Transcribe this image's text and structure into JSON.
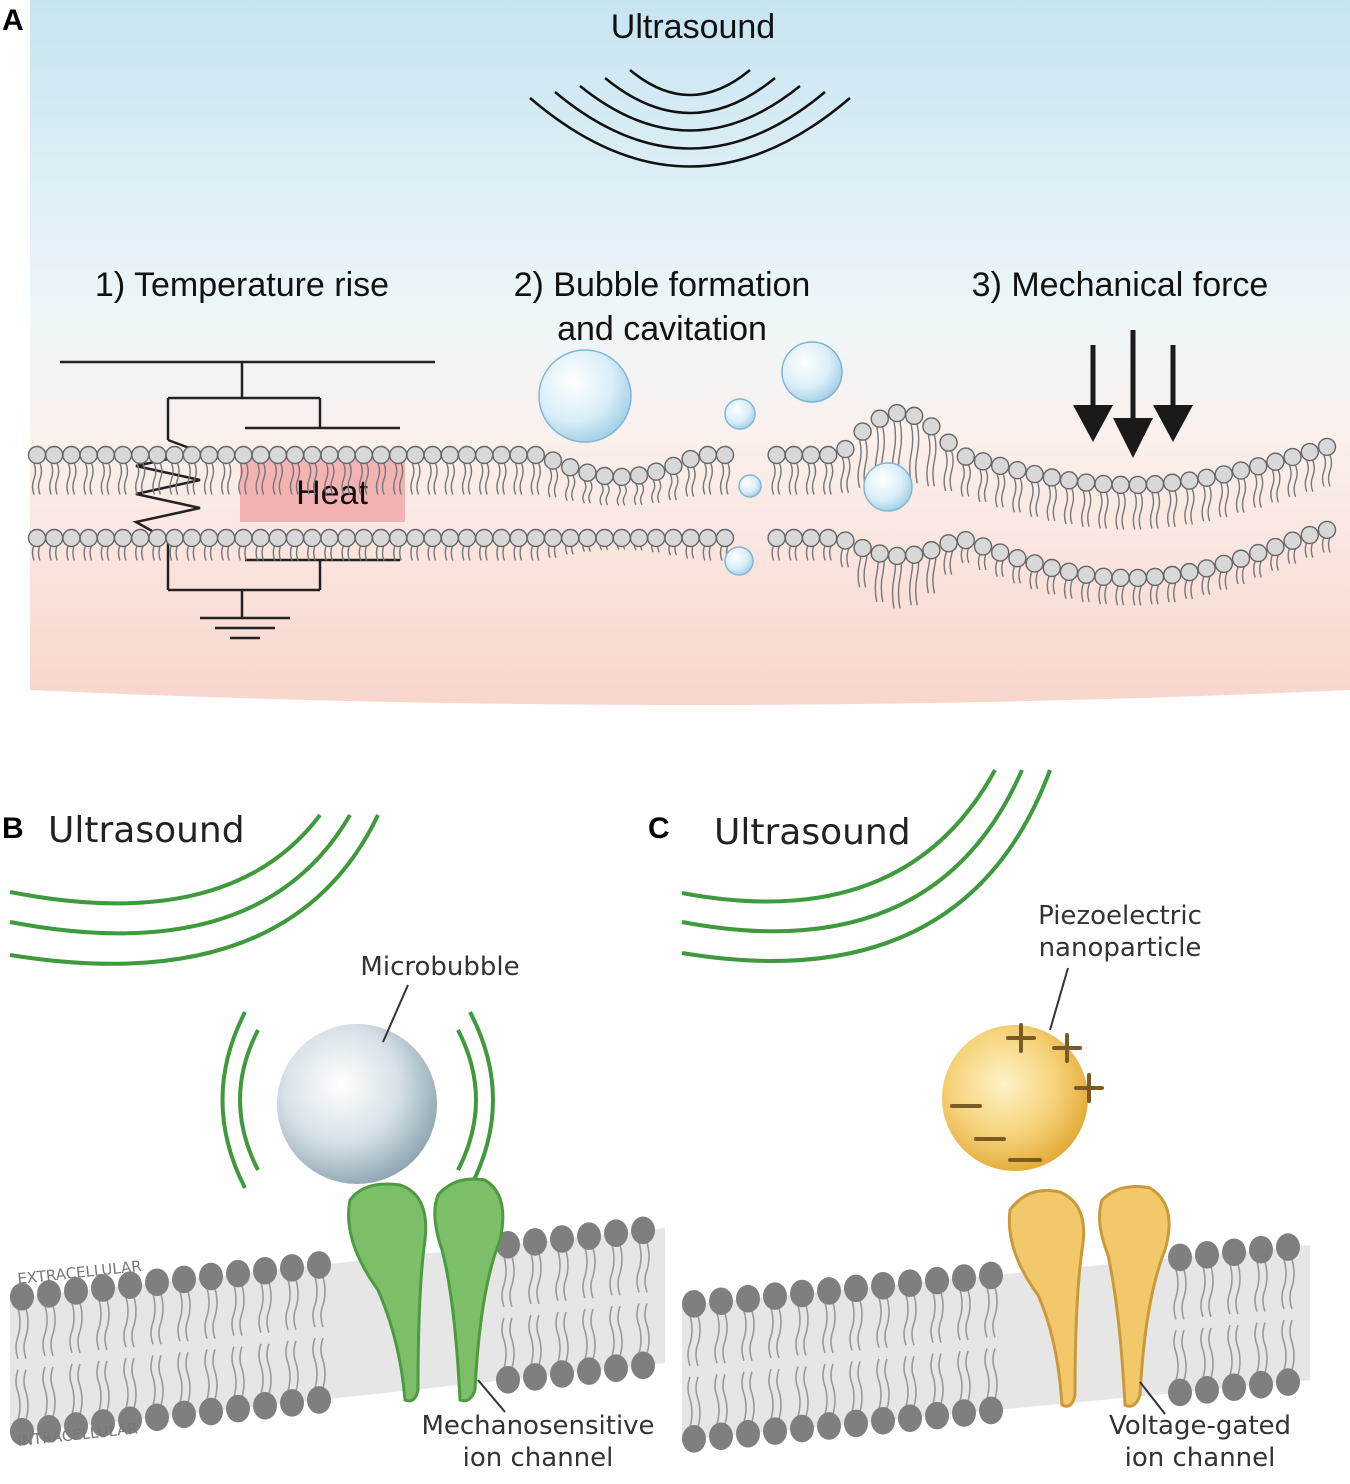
{
  "panels": {
    "a": {
      "letter": "A",
      "title": "Ultrasound",
      "mechanism_1": "1) Temperature rise",
      "mechanism_2_line1": "2) Bubble formation",
      "mechanism_2_line2": "and cavitation",
      "mechanism_3": "3) Mechanical force",
      "heat_label": "Heat"
    },
    "b": {
      "letter": "B",
      "title": "Ultrasound",
      "bubble_label": "Microbubble",
      "extracellular_label": "EXTRACELLULAR",
      "intracellular_label": "INTRACELLULAR",
      "channel_label_line1": "Mechanosensitive",
      "channel_label_line2": "ion channel"
    },
    "c": {
      "letter": "C",
      "title": "Ultrasound",
      "particle_label_line1": "Piezoelectric",
      "particle_label_line2": "nanoparticle",
      "channel_label_line1": "Voltage-gated",
      "channel_label_line2": "ion channel"
    }
  },
  "colors": {
    "panel_a_top": "#c9e6f1",
    "panel_a_bottom": "#f7d6cd",
    "heat_region": "#f1a9a9",
    "wave_green": "#3e9a3c",
    "channel_green": "#7dbf68",
    "channel_yellow": "#f2c86a",
    "lipid_gray": "#8a8a8a",
    "nanoparticle": "#f2bd3f"
  }
}
